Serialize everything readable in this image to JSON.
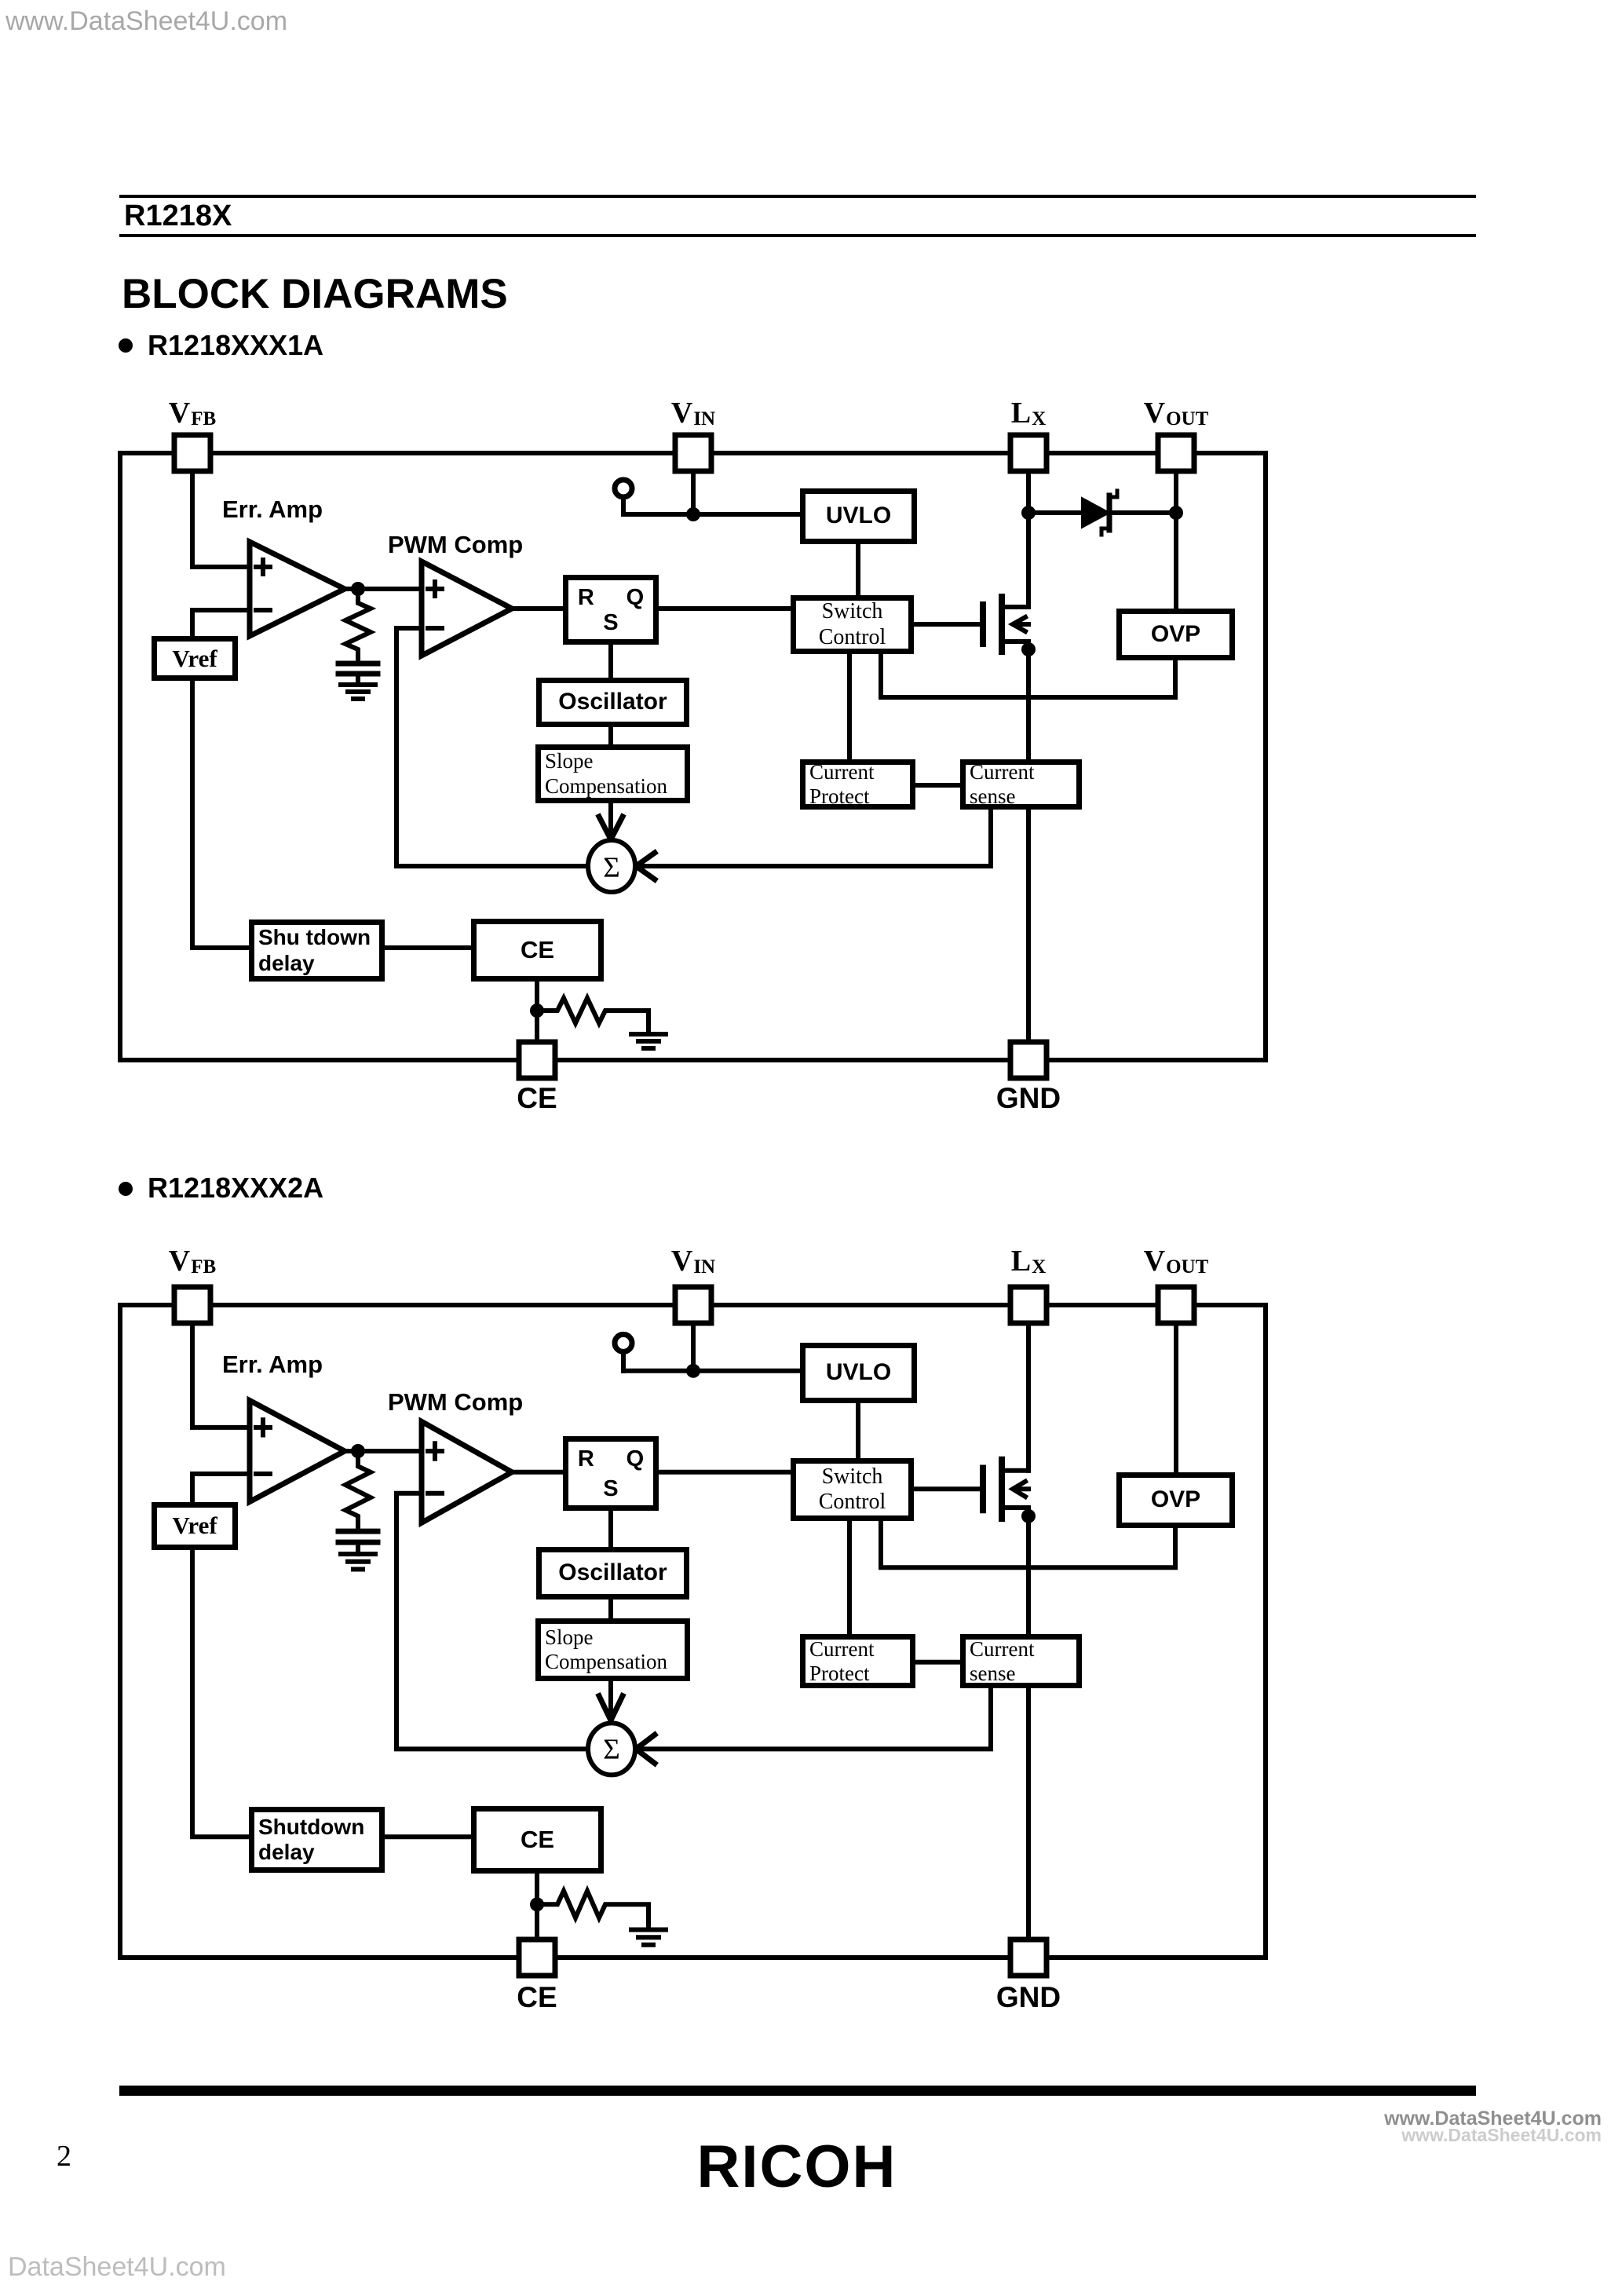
{
  "page": {
    "watermark_top": "www.DataSheet4U.com",
    "watermark_bottom": "DataSheet4U.com",
    "doc_title": "R1218X",
    "section_title": "BLOCK DIAGRAMS",
    "footer_site": "www.DataSheet4U.com",
    "page_number": "2",
    "logo": "RICOH"
  },
  "colors": {
    "ink": "#000000",
    "watermark_gray": "#a8a8a8",
    "footer_gray": "#8f8f8f",
    "footer_echo_gray": "#cccccc"
  },
  "diagrams": [
    {
      "bullet_label": "R1218XXX1A",
      "has_diode": true,
      "pins": {
        "vfb": {
          "main": "V",
          "sub": "FB"
        },
        "vin": {
          "main": "V",
          "sub": "IN"
        },
        "lx": {
          "main": "L",
          "sub": "X"
        },
        "vout": {
          "main": "V",
          "sub": "OUT"
        },
        "ce": "CE",
        "gnd": "GND"
      },
      "blocks": {
        "err_amp": "Err. Amp",
        "pwm_comp": "PWM Comp",
        "latch_r": "R",
        "latch_s": "S",
        "latch_q": "Q",
        "oscillator": "Oscillator",
        "slope_line1": "Slope",
        "slope_line2": "Compensation",
        "uvlo": "UVLO",
        "switch_line1": "Switch",
        "switch_line2": "Control",
        "protect_line1": "Current",
        "protect_line2": "Protect",
        "sense_line1": "Current",
        "sense_line2": "sense",
        "ovp": "OVP",
        "vref": "Vref",
        "shutdown_line1": "Shu tdown",
        "shutdown_line2": "delay",
        "ce_block": "CE",
        "sigma": "Σ"
      }
    },
    {
      "bullet_label": "R1218XXX2A",
      "has_diode": false,
      "pins": {
        "vfb": {
          "main": "V",
          "sub": "FB"
        },
        "vin": {
          "main": "V",
          "sub": "IN"
        },
        "lx": {
          "main": "L",
          "sub": "X"
        },
        "vout": {
          "main": "V",
          "sub": "OUT"
        },
        "ce": "CE",
        "gnd": "GND"
      },
      "blocks": {
        "err_amp": "Err. Amp",
        "pwm_comp": "PWM Comp",
        "latch_r": "R",
        "latch_s": "S",
        "latch_q": "Q",
        "oscillator": "Oscillator",
        "slope_line1": "Slope",
        "slope_line2": "Compensation",
        "uvlo": "UVLO",
        "switch_line1": "Switch",
        "switch_line2": "Control",
        "protect_line1": "Current",
        "protect_line2": "Protect",
        "sense_line1": "Current",
        "sense_line2": "sense",
        "ovp": "OVP",
        "vref": "Vref",
        "shutdown_line1": "Shutdown",
        "shutdown_line2": "delay",
        "ce_block": "CE",
        "sigma": "Σ"
      }
    }
  ]
}
